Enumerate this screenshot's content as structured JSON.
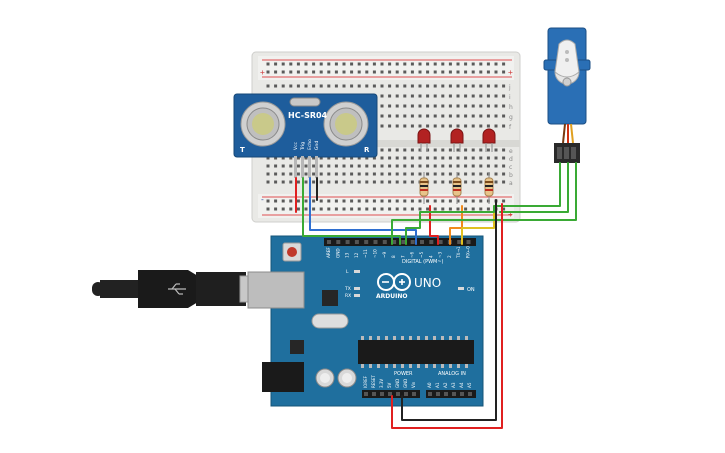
{
  "sensor": {
    "model": "HC-SR04",
    "pin_vcc": "Vcc",
    "pin_trig": "Trig",
    "pin_echo": "Echo",
    "pin_gnd": "Gnd",
    "left_mark": "T",
    "right_mark": "R"
  },
  "breadboard": {
    "row_letters_top": [
      "j",
      "i",
      "h",
      "g",
      "f"
    ],
    "row_letters_bottom": [
      "e",
      "d",
      "c",
      "b",
      "a"
    ],
    "plus": "+",
    "minus": "-"
  },
  "arduino": {
    "brand": "ARDUINO",
    "model": "UNO",
    "digital_label": "DIGITAL (PWM~)",
    "power_label": "POWER",
    "analog_label": "ANALOG IN",
    "on_label": "ON",
    "tx_label": "TX",
    "rx_label": "RX",
    "l_label": "L",
    "power_pins": [
      "IOREF",
      "RESET",
      "3.3V",
      "5V",
      "GND",
      "GND",
      "Vin"
    ],
    "analog_pins": [
      "A0",
      "A1",
      "A2",
      "A3",
      "A4",
      "A5"
    ],
    "digital_pins": [
      "AREF",
      "GND",
      "13",
      "12",
      "~11",
      "~10",
      "~9",
      "8",
      "7",
      "~6",
      "~5",
      "4",
      "~3",
      "2",
      "TX→1",
      "RX←0"
    ]
  },
  "colors": {
    "arduino_board": "#1f6f9e",
    "led": "#b22222",
    "wire_red": "#e02020",
    "wire_green": "#3aaa35",
    "wire_blue": "#2f6fd0",
    "wire_yellow": "#e0c020",
    "wire_orange": "#f08a1c",
    "wire_black": "#222222",
    "servo": "#2a6fb5"
  }
}
